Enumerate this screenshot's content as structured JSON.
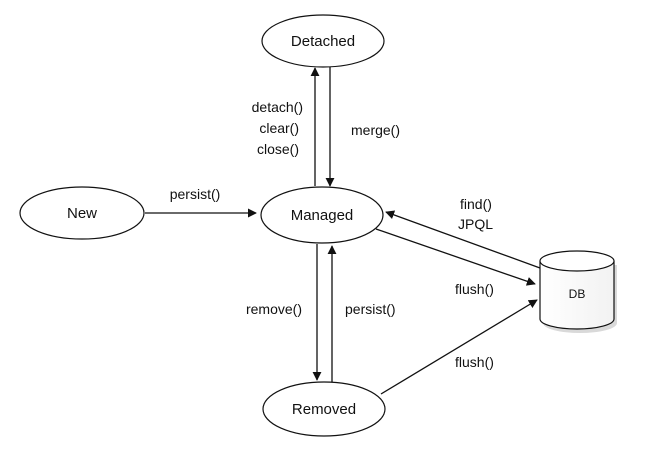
{
  "diagram": {
    "nodes": {
      "new": "New",
      "managed": "Managed",
      "detached": "Detached",
      "removed": "Removed",
      "db": "DB"
    },
    "edges": {
      "new_to_managed": "persist()",
      "managed_to_detached": [
        "detach()",
        "clear()",
        "close()"
      ],
      "detached_to_managed": "merge()",
      "managed_to_removed": "remove()",
      "removed_to_managed": "persist()",
      "db_to_managed": [
        "find()",
        "JPQL"
      ],
      "managed_to_db": "flush()",
      "removed_to_db": "flush()"
    }
  }
}
